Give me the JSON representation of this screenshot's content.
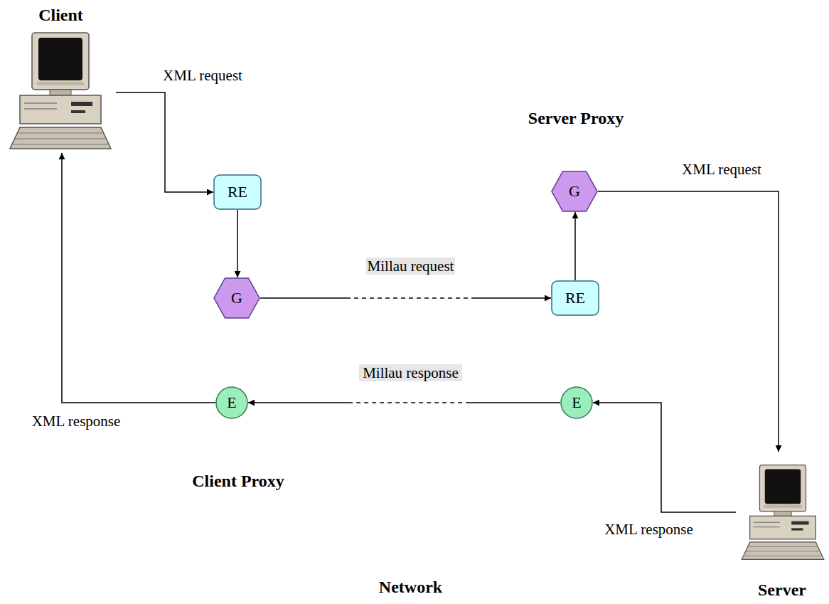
{
  "diagram": {
    "nodes": [
      {
        "text": [
          "Client"
        ]
      },
      {
        "text": [
          "Client Proxy"
        ]
      },
      {
        "text": [
          "RE"
        ],
        "in": 1
      },
      {
        "text": [
          "G"
        ],
        "in": 1
      },
      {
        "text": [
          "E"
        ],
        "in": 1
      },
      {
        "text": [
          "Network"
        ]
      },
      {
        "text": [
          "Server Proxy"
        ]
      },
      {
        "text": [
          "G"
        ],
        "in": 6
      },
      {
        "text": [
          "RE"
        ],
        "in": 6
      },
      {
        "text": [
          "E"
        ],
        "in": 6
      },
      {
        "text": [
          "Server"
        ]
      }
    ],
    "edges": [
      {
        "from": 0,
        "to": 2,
        "label": "XML request",
        "arrow": "to"
      },
      {
        "from": 2,
        "to": 3,
        "arrow": "to"
      },
      {
        "from": 3,
        "to": 8,
        "label": "Millau request",
        "arrow": "to"
      },
      {
        "from": 8,
        "to": 7,
        "arrow": "to"
      },
      {
        "from": 7,
        "to": 10,
        "label": "XML request",
        "arrow": "to"
      },
      {
        "from": 10,
        "to": 9,
        "label": "XML response",
        "arrow": "to"
      },
      {
        "from": 9,
        "to": 4,
        "label": "Millau response",
        "arrow": "to"
      },
      {
        "from": 4,
        "to": 0,
        "label": "XML response",
        "arrow": "to"
      }
    ]
  }
}
